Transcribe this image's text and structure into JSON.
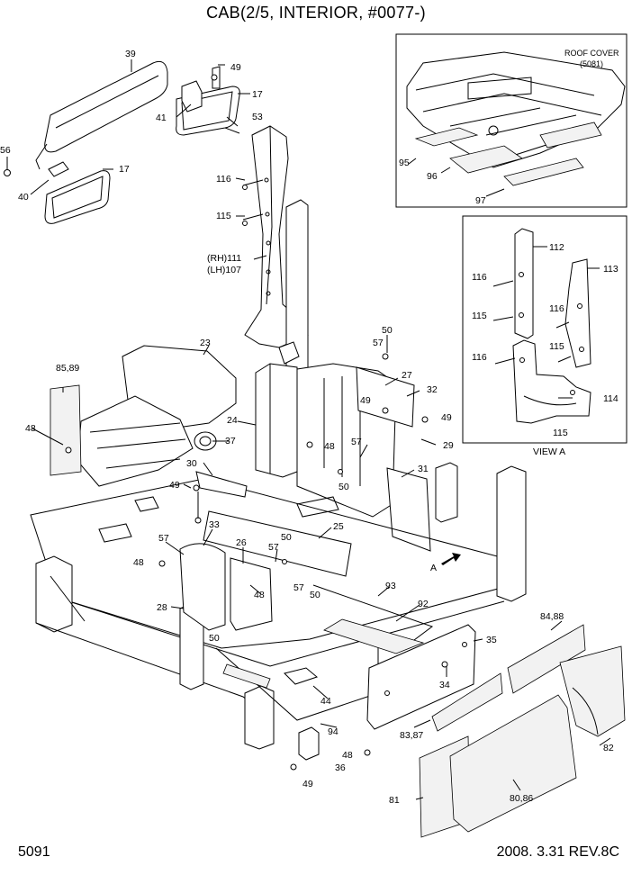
{
  "title": "CAB(2/5, INTERIOR, #0077-)",
  "footer": {
    "page": "5091",
    "revision": "2008. 3.31  REV.8C"
  },
  "roof_box": {
    "caption_line1": "ROOF COVER",
    "caption_line2": "(5081)"
  },
  "view_box": {
    "caption": "VIEW A"
  },
  "arrow_label": "A",
  "labels": [
    "39",
    "49",
    "41",
    "17",
    "53",
    "56",
    "40",
    "17",
    "116",
    "115",
    "(RH)111",
    "(LH)107",
    "95",
    "96",
    "97",
    "112",
    "113",
    "116",
    "115",
    "116",
    "116",
    "115",
    "114",
    "115",
    "85,89",
    "23",
    "50",
    "57",
    "27",
    "32",
    "49",
    "49",
    "48",
    "24",
    "37",
    "48",
    "57",
    "29",
    "30",
    "50",
    "31",
    "49",
    "33",
    "25",
    "57",
    "50",
    "57",
    "26",
    "48",
    "48",
    "28",
    "57",
    "50",
    "93",
    "92",
    "50",
    "84,88",
    "35",
    "34",
    "44",
    "83,87",
    "94",
    "48",
    "36",
    "82",
    "49",
    "81",
    "80,86"
  ]
}
